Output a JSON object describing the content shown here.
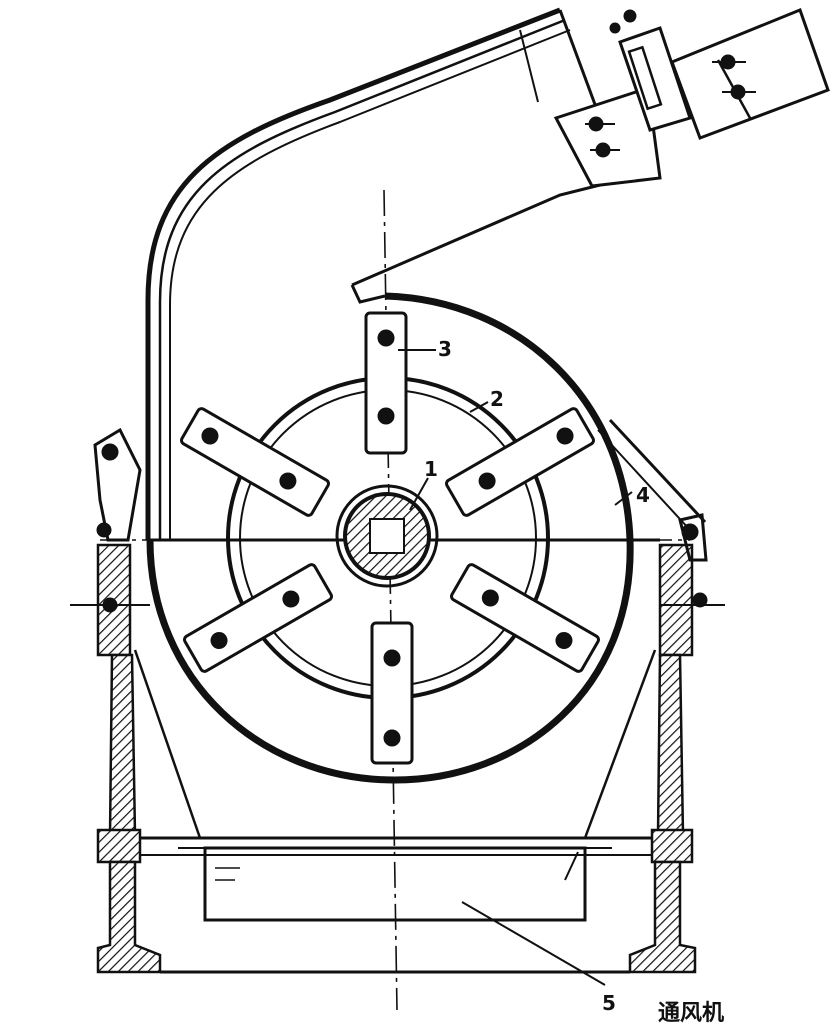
{
  "labels": {
    "shaft": "1",
    "rotor_disc": "2",
    "hammer": "3",
    "screen": "4",
    "outlet": "5",
    "fan": "通风机"
  },
  "icons": [
    "hammer-mill-diagram"
  ]
}
